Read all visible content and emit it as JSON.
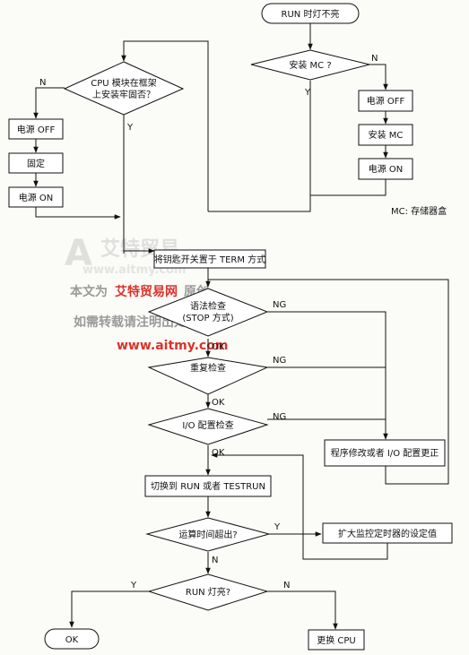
{
  "nodes": {
    "start": "RUN 时灯不亮",
    "install_mc": "安装 MC ?",
    "cpu_line1": "CPU 模块在框架",
    "cpu_line2": "上安装牢固否？",
    "power_off_right": "电源 OFF",
    "install_mc_action": "安装 MC",
    "power_on_right": "电源 ON",
    "power_off_left": "电源 OFF",
    "fix": "固定",
    "power_on_left": "电源 ON",
    "mc_note": "MC: 存储器盒",
    "key_switch": "将钥匙开关置于 TERM 方式",
    "syntax_line1": "语法检查",
    "syntax_line2": "(STOP 方式)",
    "duplicate": "重复检查",
    "io_check": "I/O 配置检查",
    "program_fix": "程序修改或者 I/O 配置更正",
    "switch_run": "切换到 RUN 或者 TESTRUN",
    "timeout": "运算时间超出?",
    "expand_timer": "扩大监控定时器的设定值",
    "run_lit": "RUN 灯亮?",
    "ok_end": "OK",
    "replace_cpu": "更换 CPU"
  },
  "labels": {
    "n": "N",
    "y": "Y",
    "ng": "NG",
    "ok": "OK"
  },
  "watermark": {
    "brand": "艾特贸易",
    "url": "www.aitmy.com",
    "line1_a": "本文为",
    "line1_b": "艾特贸易网",
    "line1_c": "原创",
    "line2": "如需转载请注明出处",
    "url2": "www.aitmy.com",
    "color": "#d9332b"
  }
}
